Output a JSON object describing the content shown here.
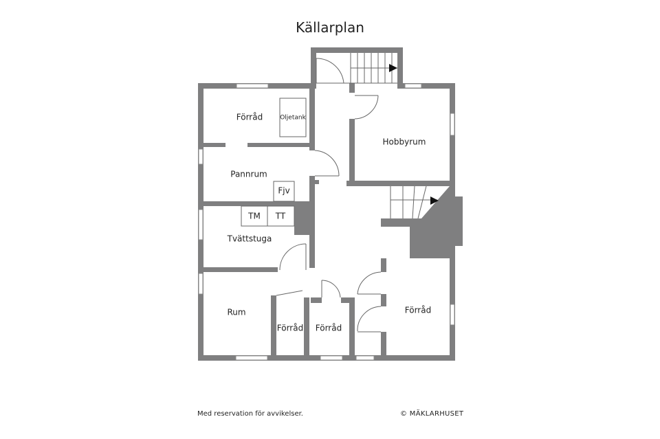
{
  "title": "Källarplan",
  "rooms": {
    "forrad_top": "Förråd",
    "oljetank": "Oljetank",
    "hobbyrum": "Hobbyrum",
    "pannrum": "Pannrum",
    "fjv": "Fjv",
    "tm": "TM",
    "tt": "TT",
    "tvattstuga": "Tvättstuga",
    "rum": "Rum",
    "forrad_small1": "Förråd",
    "forrad_small2": "Förråd",
    "forrad_right": "Förråd"
  },
  "footer": {
    "disclaimer": "Med reservation för avvikelser.",
    "copyright": "© MÄKLARHUSET"
  },
  "colors": {
    "wall": "#7f7f80",
    "background": "#ffffff"
  }
}
